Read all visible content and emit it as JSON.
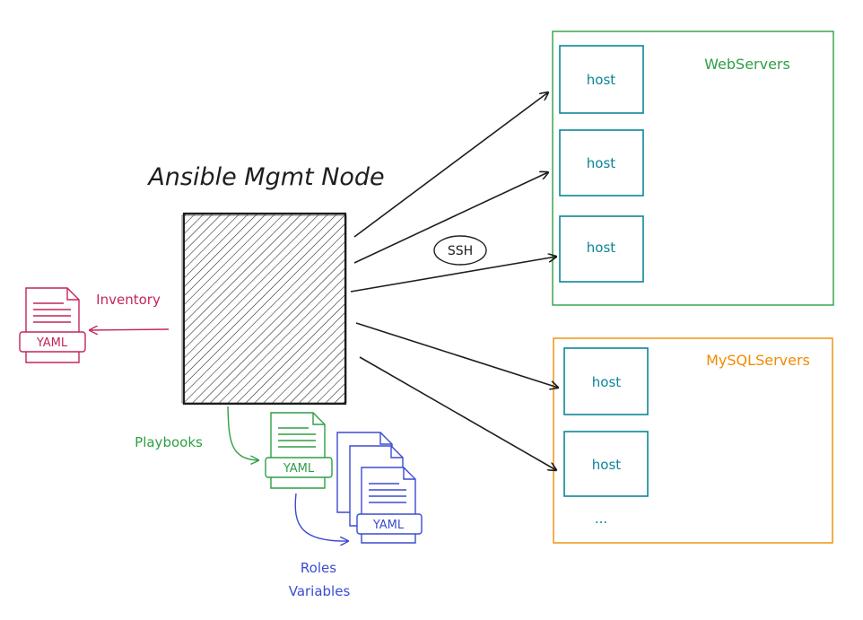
{
  "title": "Ansible Mgmt Node",
  "connection_label": "SSH",
  "inventory": {
    "label": "Inventory",
    "file_type": "YAML"
  },
  "playbooks": {
    "label": "Playbooks",
    "file_type": "YAML"
  },
  "roles": {
    "label_line1": "Roles",
    "label_line2": "Variables",
    "file_type": "YAML"
  },
  "groups": {
    "web": {
      "name": "WebServers",
      "hosts": [
        "host",
        "host",
        "host"
      ]
    },
    "mysql": {
      "name": "MySQLServers",
      "hosts": [
        "host",
        "host"
      ],
      "more": "..."
    }
  },
  "colors": {
    "ink": "#1e1e1e",
    "inventory": "#c2255c",
    "playbooks": "#2f9e44",
    "roles": "#3b4bd0",
    "web_group": "#2f9e44",
    "mysql_group": "#f08c00",
    "host_box": "#0c8599"
  }
}
